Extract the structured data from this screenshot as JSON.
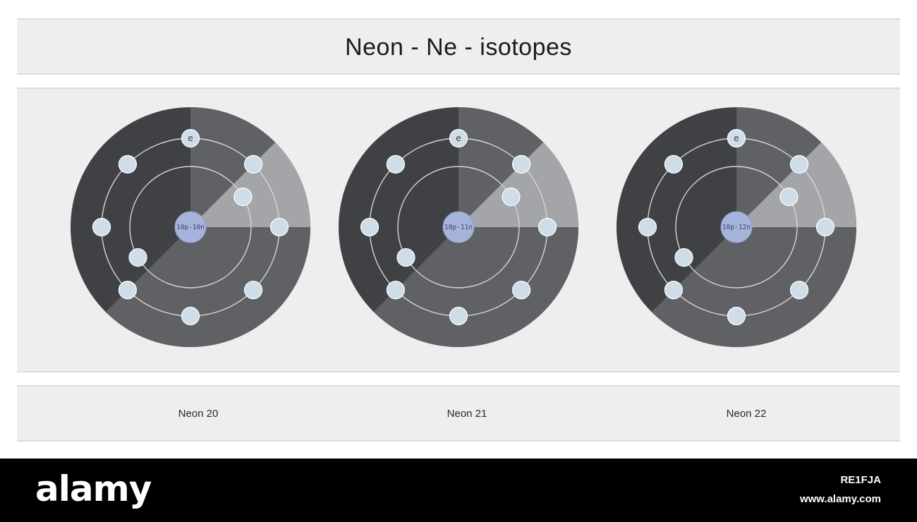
{
  "title": "Neon - Ne - isotopes",
  "electron_symbol": "e",
  "isotopes": [
    {
      "label": "Neon 20",
      "nucleus": "10p-10n"
    },
    {
      "label": "Neon 21",
      "nucleus": "10p-11n"
    },
    {
      "label": "Neon 22",
      "nucleus": "10p-12n"
    }
  ],
  "shells": {
    "inner_electrons": 2,
    "outer_electrons": 8
  },
  "colors": {
    "panel_bg": "#eeeeef",
    "atom_dark": "#3f4145",
    "atom_mid": "#5f6165",
    "atom_light": "#a3a5a8",
    "orbit": "#d6d6d6",
    "electron": "#cfdde8",
    "nucleus": "#a6b4dc"
  },
  "footer": {
    "brand": "alamy",
    "image_id": "RE1FJA",
    "site": "www.alamy.com"
  }
}
